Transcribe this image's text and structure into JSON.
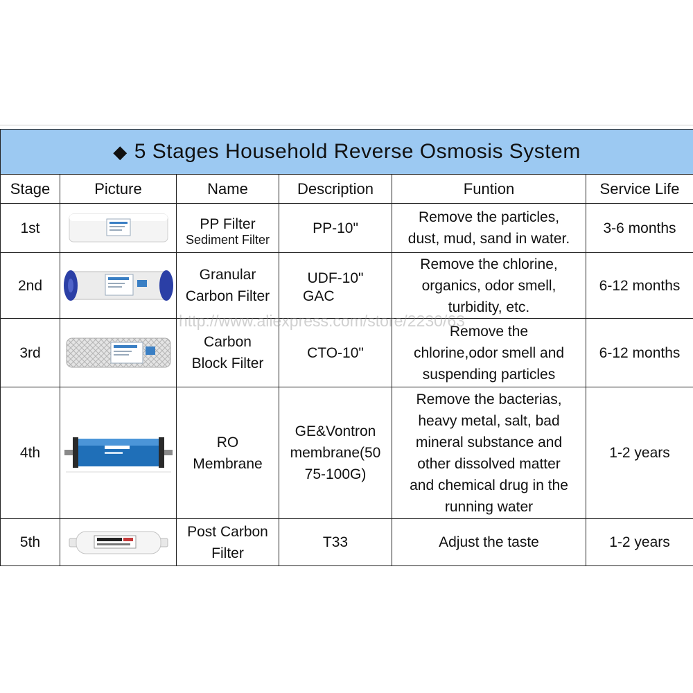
{
  "title": "5 Stages Household Reverse Osmosis System",
  "title_bullet": "◆",
  "colors": {
    "title_bg": "#9cc9f2",
    "border": "#222222"
  },
  "headers": [
    "Stage",
    "Picture",
    "Name",
    "Description",
    "Funtion",
    "Service Life"
  ],
  "watermark": "http://www.aliexpress.com/store/2230/63",
  "rows": [
    {
      "stage": "1st",
      "picture": "white-sediment-cartridge",
      "name_line1": "PP Filter",
      "name_line2": "Sediment Filter",
      "description": "PP-10\"",
      "function_lines": [
        "Remove the particles,",
        "dust, mud, sand in water."
      ],
      "service_life": "3-6 months"
    },
    {
      "stage": "2nd",
      "picture": "blue-capped-carbon-cartridge",
      "name_lines": [
        "Granular",
        "Carbon Filter"
      ],
      "description_line1": "UDF-10\"",
      "description_line2": "GAC",
      "function_lines": [
        "Remove the chlorine,",
        "organics, odor smell,",
        "turbidity, etc."
      ],
      "service_life": "6-12 months"
    },
    {
      "stage": "3rd",
      "picture": "carbon-block-mesh-cartridge",
      "name_lines": [
        "Carbon",
        "Block Filter"
      ],
      "description": "CTO-10\"",
      "function_lines": [
        "Remove the",
        "chlorine,odor smell and",
        "suspending particles"
      ],
      "service_life": "6-12 months"
    },
    {
      "stage": "4th",
      "picture": "ro-membrane",
      "name_lines": [
        "RO",
        "Membrane"
      ],
      "description_lines": [
        "GE&Vontron",
        "membrane(50",
        "75-100G)"
      ],
      "function_lines": [
        "Remove the bacterias,",
        "heavy metal, salt, bad",
        "mineral substance and",
        "other dissolved matter",
        "and chemical drug in the",
        "running water"
      ],
      "service_life": "1-2 years"
    },
    {
      "stage": "5th",
      "picture": "inline-post-carbon-filter",
      "name_lines": [
        "Post Carbon",
        "Filter"
      ],
      "description": "T33",
      "function_lines": [
        "Adjust the taste"
      ],
      "service_life": "1-2 years"
    }
  ]
}
